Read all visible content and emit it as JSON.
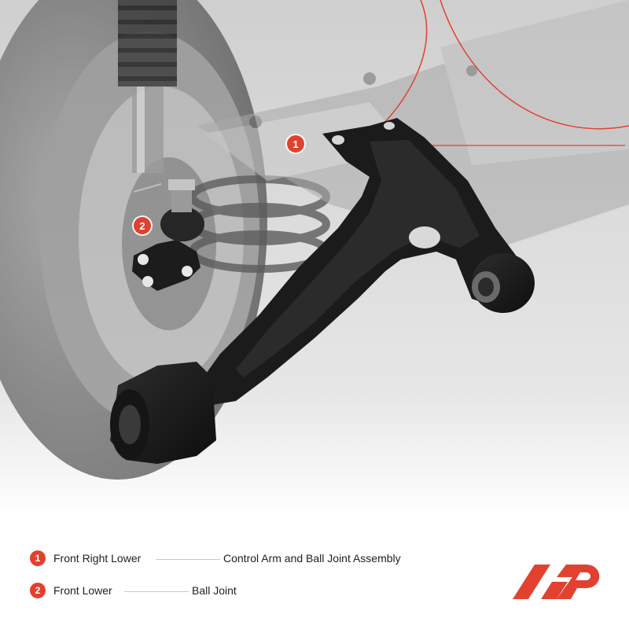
{
  "callouts": [
    {
      "number": "1"
    },
    {
      "number": "2"
    }
  ],
  "legend": [
    {
      "number": "1",
      "left_label": "Front Right Lower",
      "right_label": "Control Arm and Ball Joint Assembly"
    },
    {
      "number": "2",
      "left_label": "Front Lower",
      "right_label": "Ball Joint"
    }
  ],
  "colors": {
    "accent": "#e2412f",
    "part": "#1b1b1b",
    "background_scene": "#d9d9d9"
  },
  "icons": [
    "brand-logo-icon"
  ]
}
